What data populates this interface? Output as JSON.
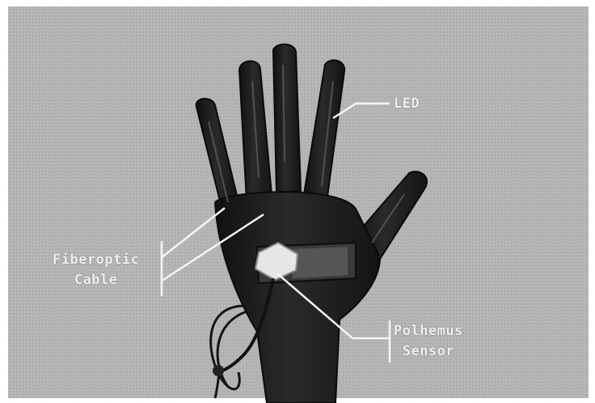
{
  "annotations": {
    "led": "LED",
    "fiberoptic": {
      "line1": "Fiberoptic",
      "line2": "Cable"
    },
    "polhemus": {
      "line1": "Polhemus",
      "line2": "Sensor"
    }
  },
  "colors": {
    "background": "#b4b4b4",
    "glove": "#1c1c1c",
    "leader_lines": "#f5f5f5",
    "label_text": "#f2f2f2",
    "sensor": "#e6e6e6"
  },
  "icons": [
    "glove-image",
    "polhemus-sensor-icon",
    "fiberoptic-cable-icon"
  ]
}
